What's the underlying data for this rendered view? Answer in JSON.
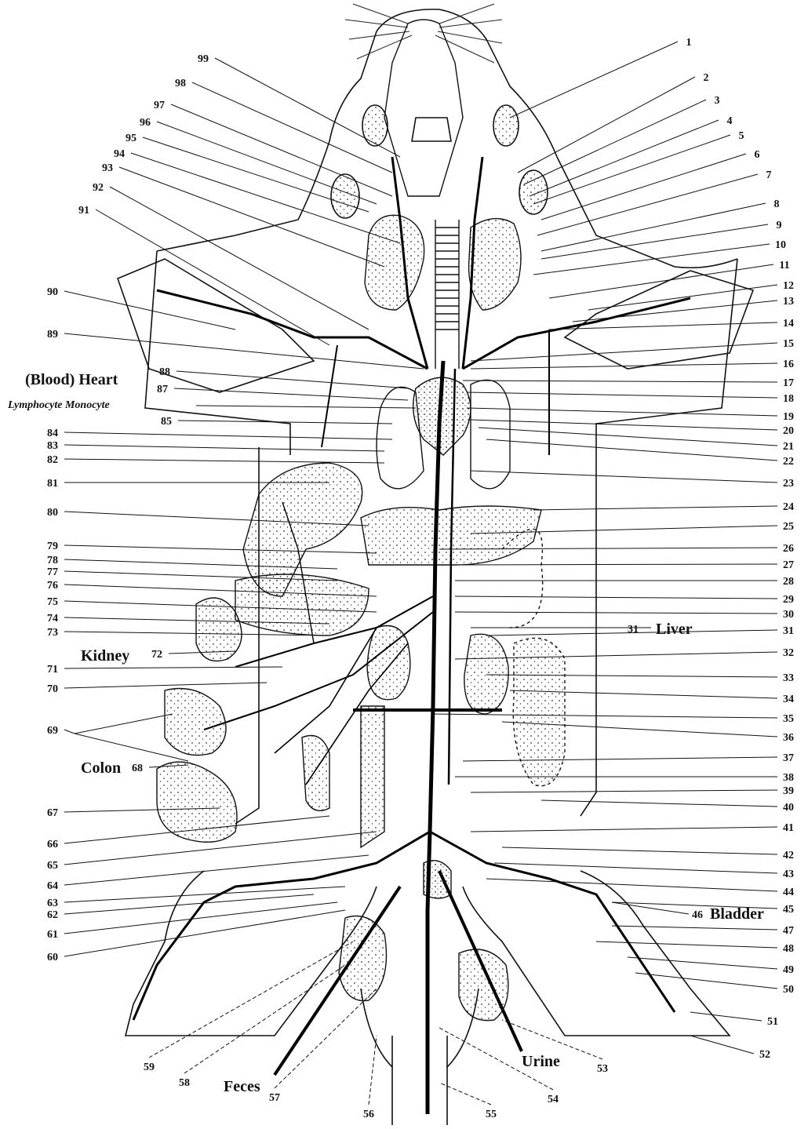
{
  "figure": {
    "words": {
      "heart": "(Blood) Heart",
      "cells": "Lymphocyte  Monocyte",
      "kidney": "Kidney",
      "colon": "Colon",
      "liver": "Liver",
      "bladder": "Bladder",
      "feces": "Feces",
      "urine": "Urine"
    },
    "right_labels": [
      "1",
      "2",
      "3",
      "4",
      "5",
      "6",
      "7",
      "8",
      "9",
      "10",
      "11",
      "12",
      "13",
      "14",
      "15",
      "16",
      "17",
      "18",
      "19",
      "20",
      "21",
      "22",
      "23",
      "24",
      "25",
      "26",
      "27",
      "28",
      "29",
      "30",
      "31",
      "32",
      "33",
      "34",
      "35",
      "36",
      "37",
      "38",
      "39",
      "40",
      "41",
      "42",
      "43",
      "44",
      "45",
      "47",
      "48",
      "49",
      "50",
      "51",
      "52"
    ],
    "left_labels": [
      "60",
      "61",
      "62",
      "63",
      "64",
      "65",
      "66",
      "67",
      "69",
      "70",
      "71",
      "73",
      "74",
      "75",
      "76",
      "77",
      "78",
      "79",
      "80",
      "81",
      "82",
      "83",
      "84",
      "85",
      "87",
      "88",
      "89",
      "90",
      "91",
      "92",
      "93",
      "94",
      "95",
      "96",
      "97",
      "98",
      "99"
    ],
    "inline_labels": {
      "n31": "31",
      "n46": "46",
      "n68": "68",
      "n72": "72"
    },
    "bottom_labels": [
      "53",
      "54",
      "55",
      "56",
      "57",
      "58",
      "59"
    ]
  }
}
